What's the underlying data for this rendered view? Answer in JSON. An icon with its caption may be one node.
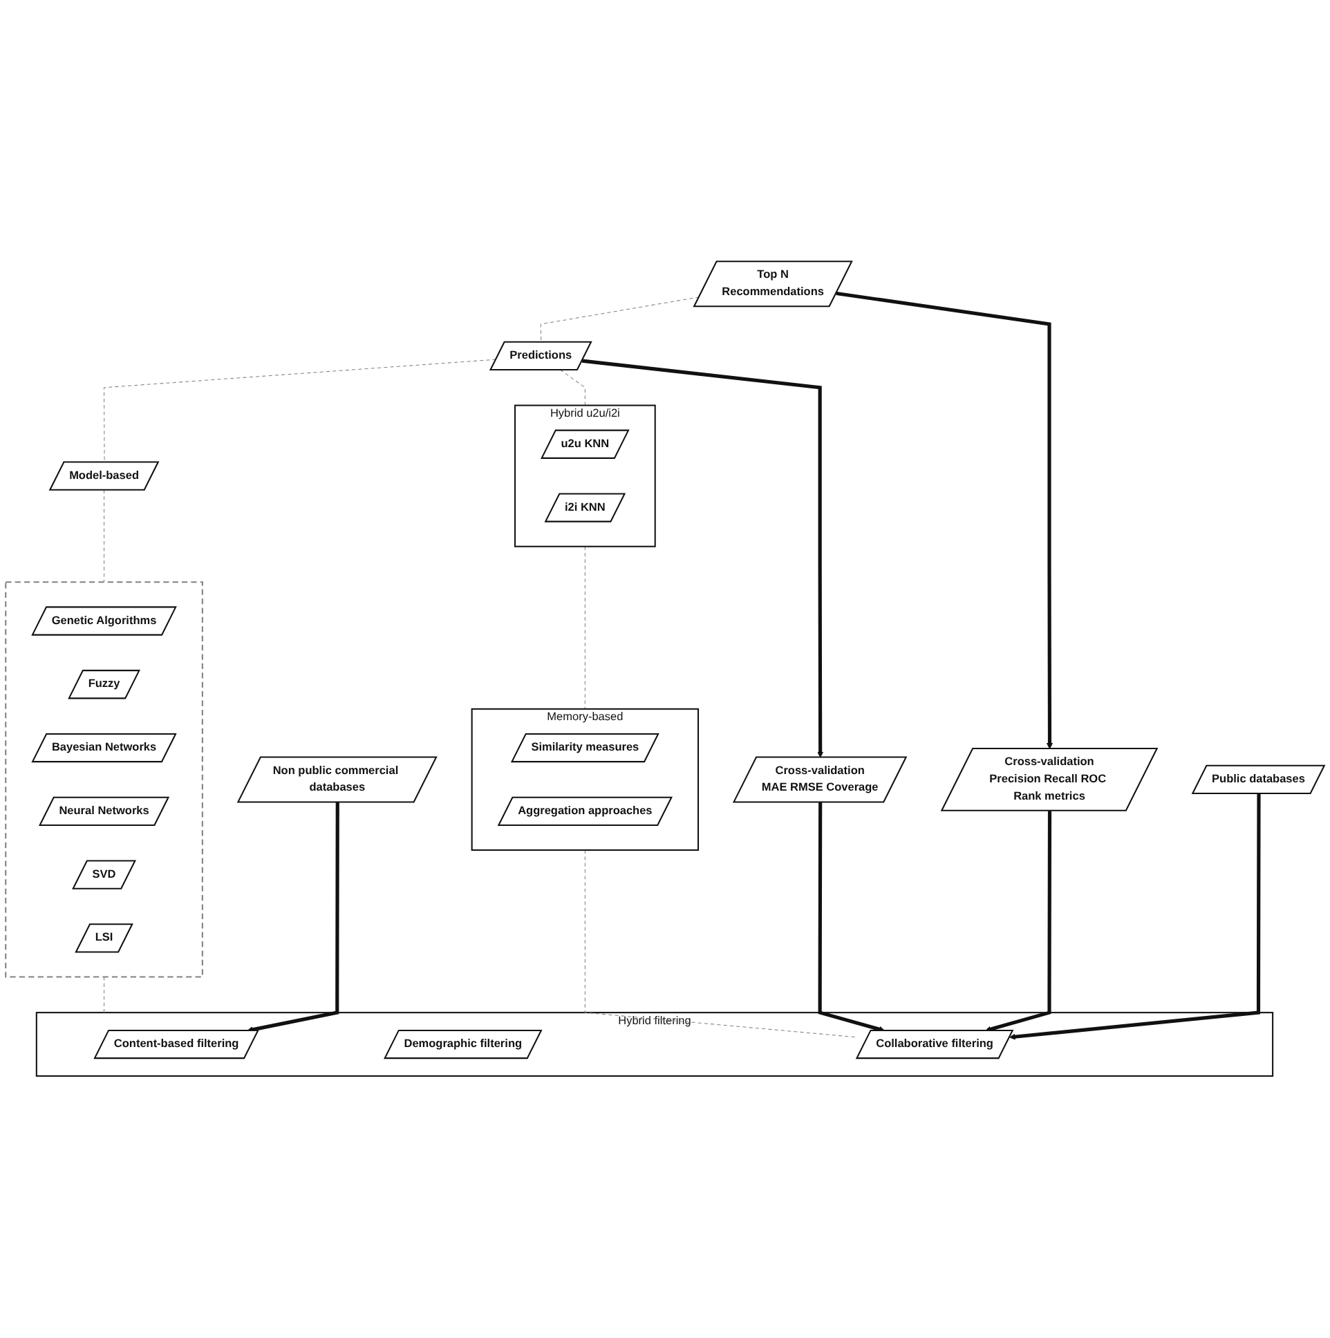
{
  "diagram": {
    "nodes": [
      {
        "text": [
          "Top N",
          "Recommendations"
        ]
      },
      {
        "text": [
          "Cross-validation",
          "Precision Recall ROC Rank metrics"
        ]
      },
      {
        "text": [
          "Predictions"
        ]
      },
      {
        "text": [
          "Cross-validation",
          "MAE RMSE Coverage"
        ]
      },
      {
        "text": [
          "Model-based"
        ]
      },
      {
        "text": [
          "Hybrid u2u/i2i"
        ]
      },
      {
        "text": [
          "u2u KNN"
        ],
        "in": 5
      },
      {
        "text": [
          "i2i KNN"
        ],
        "in": 5
      },
      {
        "text": [],
        "shape": "box"
      },
      {
        "text": [
          "Genetic Algorithms"
        ],
        "in": 8
      },
      {
        "text": [
          "Fuzzy"
        ],
        "in": 8
      },
      {
        "text": [
          "Bayesian Networks"
        ],
        "in": 8
      },
      {
        "text": [
          "Neural Networks"
        ],
        "in": 8
      },
      {
        "text": [
          "SVD"
        ],
        "in": 8
      },
      {
        "text": [
          "LSI"
        ],
        "in": 8
      },
      {
        "text": [
          "Memory-based"
        ]
      },
      {
        "text": [
          "Similarity measures"
        ],
        "in": 15
      },
      {
        "text": [
          "Aggregation approaches"
        ],
        "in": 15
      },
      {
        "text": [
          "Hybrid filtering"
        ]
      },
      {
        "text": [
          "Content-based filtering"
        ],
        "in": 18
      },
      {
        "text": [
          "Demographic filtering"
        ],
        "in": 18
      },
      {
        "text": [
          "Collaborative filtering"
        ],
        "in": 18
      },
      {
        "text": [
          "Non public commercial databases"
        ]
      },
      {
        "text": [
          "Public databases"
        ]
      }
    ],
    "edges": [
      {
        "from": 0,
        "to": 1,
        "arrow": "to",
        "style": "thick",
        "color": "#111111"
      },
      {
        "from": 2,
        "to": 3,
        "arrow": "to",
        "style": "thick",
        "color": "#111111"
      },
      {
        "from": 0,
        "to": 2,
        "arrow": "none",
        "style": "dashed"
      },
      {
        "from": 2,
        "to": 4,
        "arrow": "none",
        "style": "dashed"
      },
      {
        "from": 2,
        "to": 5,
        "arrow": "none",
        "style": "dashed"
      },
      {
        "from": 4,
        "to": 8,
        "arrow": "none",
        "style": "dashed"
      },
      {
        "from": 5,
        "to": 15,
        "arrow": "none",
        "style": "dashed"
      },
      {
        "from": 8,
        "to": 18,
        "arrow": "none",
        "style": "dashed"
      },
      {
        "from": 15,
        "to": 21,
        "arrow": "none",
        "style": "dashed"
      },
      {
        "from": 22,
        "to": 19,
        "arrow": "to",
        "style": "thick",
        "color": "#111111"
      },
      {
        "from": 23,
        "to": 21,
        "arrow": "to",
        "style": "thick",
        "color": "#111111"
      },
      {
        "from": 1,
        "to": 21,
        "arrow": "to",
        "style": "thick",
        "color": "#111111"
      },
      {
        "from": 3,
        "to": 21,
        "arrow": "to",
        "style": "thick",
        "color": "#111111"
      }
    ]
  }
}
